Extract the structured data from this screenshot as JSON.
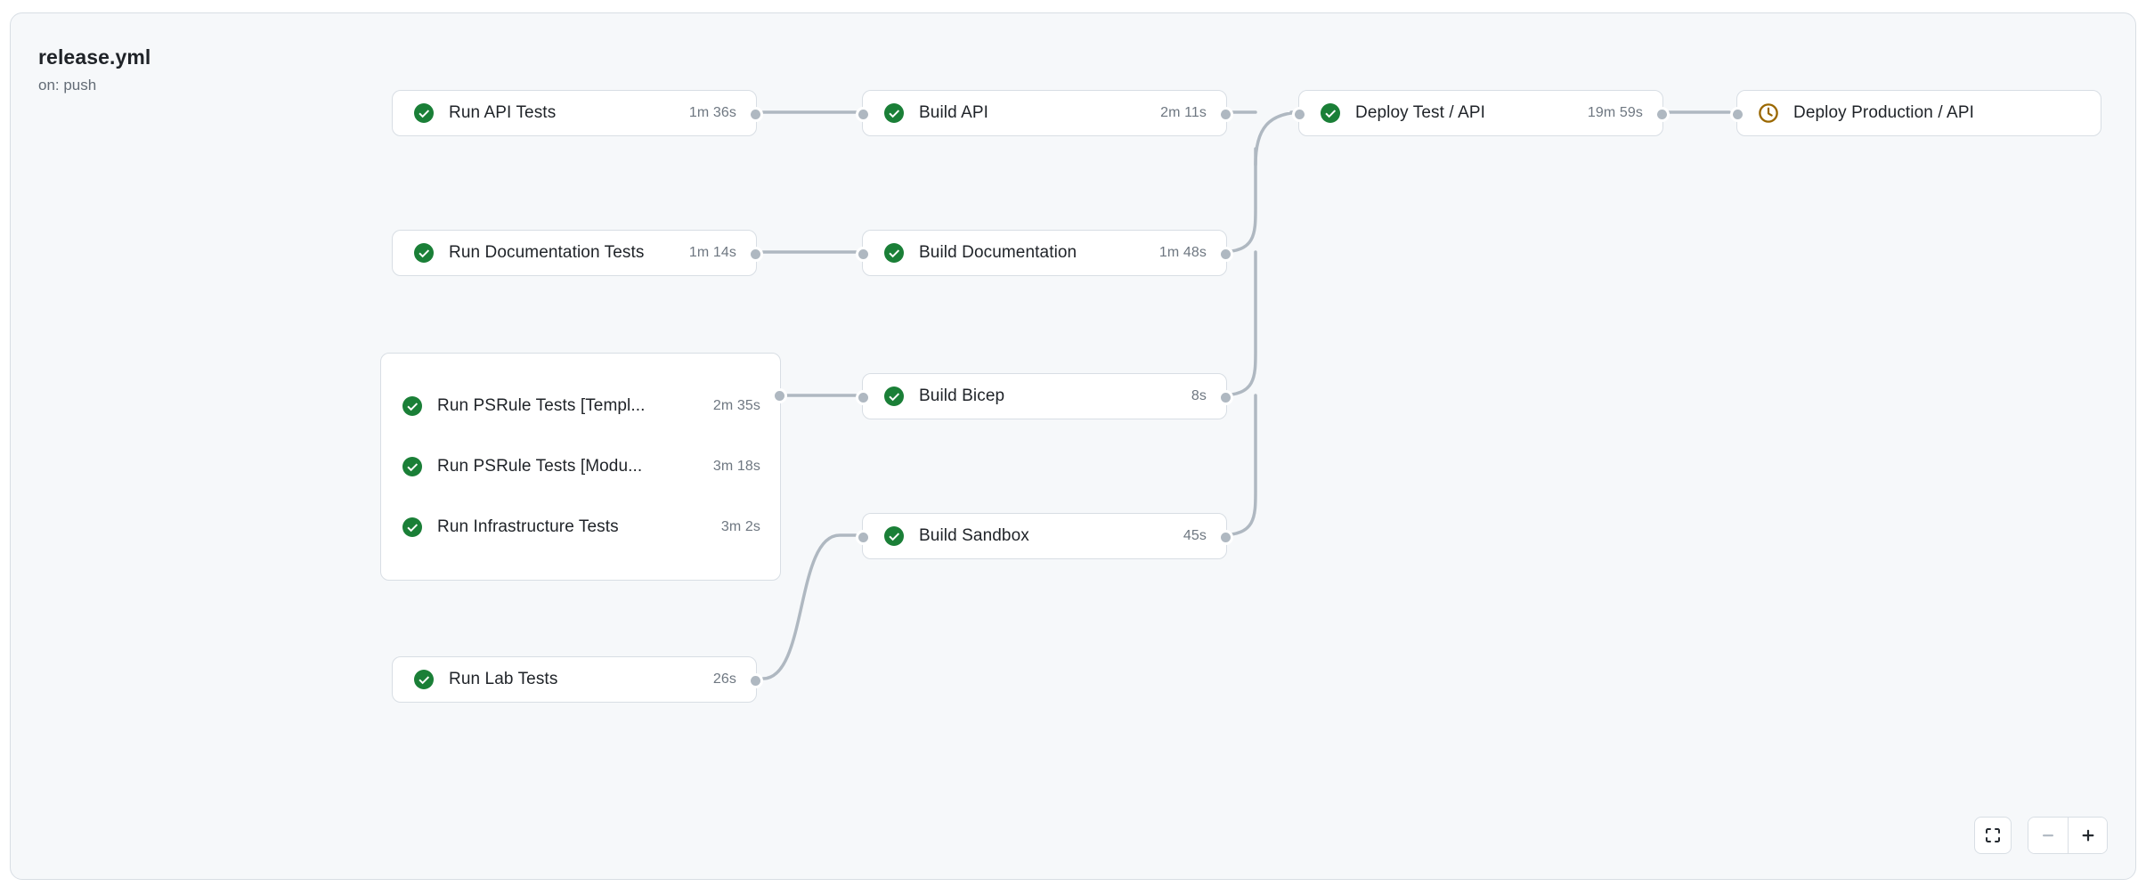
{
  "workflow": {
    "title": "release.yml",
    "trigger": "on: push"
  },
  "status_colors": {
    "success": "#1a7f37",
    "pending": "#9a6700",
    "edge": "#afb8c1",
    "handle": "#afb8c1",
    "canvas_bg": "#f6f8fa",
    "node_bg": "#ffffff",
    "border": "#d8dee4",
    "text": "#1f2328",
    "muted_text": "#6e7781"
  },
  "nodes": [
    {
      "id": "run-api-tests",
      "label": "Run API Tests",
      "duration": "1m 36s",
      "status": "success",
      "icon": "check-circle-icon"
    },
    {
      "id": "build-api",
      "label": "Build API",
      "duration": "2m 11s",
      "status": "success",
      "icon": "check-circle-icon"
    },
    {
      "id": "deploy-test-api",
      "label": "Deploy Test / API",
      "duration": "19m 59s",
      "status": "success",
      "icon": "check-circle-icon"
    },
    {
      "id": "deploy-production-api",
      "label": "Deploy Production / API",
      "duration": "",
      "status": "pending",
      "icon": "clock-icon"
    },
    {
      "id": "run-documentation-tests",
      "label": "Run Documentation Tests",
      "duration": "1m 14s",
      "status": "success",
      "icon": "check-circle-icon"
    },
    {
      "id": "build-documentation",
      "label": "Build Documentation",
      "duration": "1m 48s",
      "status": "success",
      "icon": "check-circle-icon"
    },
    {
      "id": "run-psrule-templates",
      "label": "Run PSRule Tests [Templ...",
      "duration": "2m 35s",
      "status": "success",
      "icon": "check-circle-icon"
    },
    {
      "id": "run-psrule-modules",
      "label": "Run PSRule Tests [Modu...",
      "duration": "3m 18s",
      "status": "success",
      "icon": "check-circle-icon"
    },
    {
      "id": "run-infrastructure-tests",
      "label": "Run Infrastructure Tests",
      "duration": "3m 2s",
      "status": "success",
      "icon": "check-circle-icon"
    },
    {
      "id": "build-bicep",
      "label": "Build Bicep",
      "duration": "8s",
      "status": "success",
      "icon": "check-circle-icon"
    },
    {
      "id": "build-sandbox",
      "label": "Build Sandbox",
      "duration": "45s",
      "status": "success",
      "icon": "check-circle-icon"
    },
    {
      "id": "run-lab-tests",
      "label": "Run Lab Tests",
      "duration": "26s",
      "status": "success",
      "icon": "check-circle-icon"
    }
  ],
  "edges": [
    {
      "from": "run-api-tests",
      "to": "build-api"
    },
    {
      "from": "run-documentation-tests",
      "to": "build-documentation"
    },
    {
      "from": "psrule-group",
      "to": "build-bicep"
    },
    {
      "from": "run-lab-tests",
      "to": "build-sandbox"
    },
    {
      "from": "build-api",
      "to": "deploy-test-api"
    },
    {
      "from": "build-documentation",
      "to": "deploy-test-api"
    },
    {
      "from": "build-bicep",
      "to": "deploy-test-api"
    },
    {
      "from": "build-sandbox",
      "to": "deploy-test-api"
    },
    {
      "from": "deploy-test-api",
      "to": "deploy-production-api"
    }
  ],
  "controls": {
    "fit_view_label": "fit-view",
    "zoom_out_label": "−",
    "zoom_in_label": "+",
    "zoom_out_enabled": false,
    "zoom_in_enabled": true
  }
}
